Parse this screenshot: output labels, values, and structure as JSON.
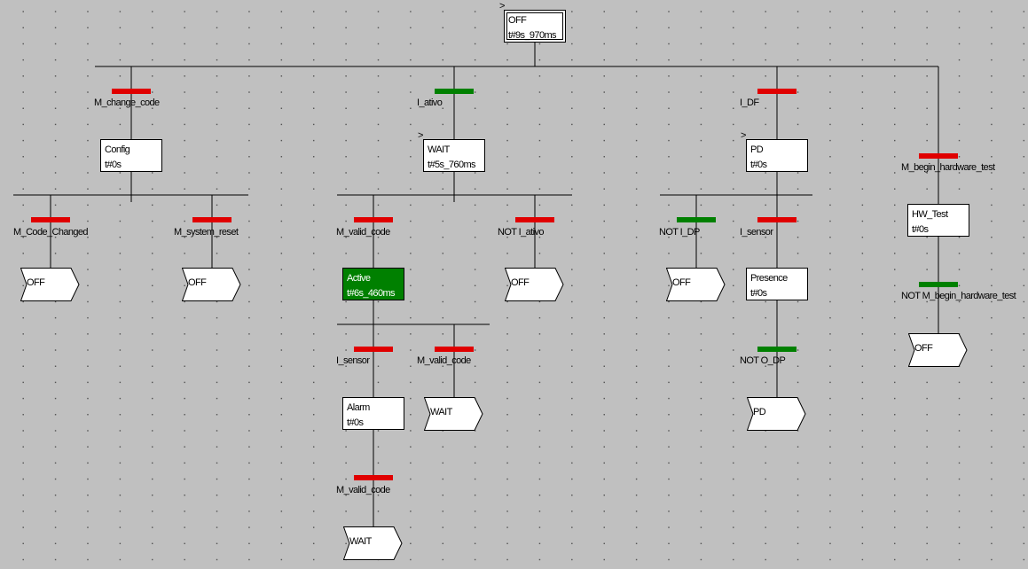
{
  "colors": {
    "background": "#c0c0c0",
    "grid_dot": "#4a4a4a",
    "wire": "#000000",
    "step_fill": "#ffffff",
    "active_step_fill": "#008000",
    "transition_true": "#008000",
    "transition_false": "#e00000"
  },
  "entry_marker": ">",
  "steps": {
    "off": {
      "name": "OFF",
      "time": "t#9s_970ms",
      "initial": true
    },
    "config": {
      "name": "Config",
      "time": "t#0s"
    },
    "wait": {
      "name": "WAIT",
      "time": "t#5s_760ms"
    },
    "pd": {
      "name": "PD",
      "time": "t#0s"
    },
    "hw_test": {
      "name": "HW_Test",
      "time": "t#0s"
    },
    "active": {
      "name": "Active",
      "time": "t#6s_460ms",
      "state": "active"
    },
    "presence": {
      "name": "Presence",
      "time": "t#0s"
    },
    "alarm": {
      "name": "Alarm",
      "time": "t#0s"
    }
  },
  "transitions": {
    "m_change_code": {
      "label": "M_change_code",
      "state": "false"
    },
    "i_ativo": {
      "label": "I_ativo",
      "state": "true"
    },
    "i_df": {
      "label": "I_DF",
      "state": "false"
    },
    "m_begin_hardware_test": {
      "label": "M_begin_hardware_test",
      "state": "false"
    },
    "m_code_changed": {
      "label": "M_Code_Changed",
      "state": "false"
    },
    "m_system_reset": {
      "label": "M_system_reset",
      "state": "false"
    },
    "m_valid_code_1": {
      "label": "M_valid_code",
      "state": "false"
    },
    "not_i_ativo": {
      "label": "NOT I_ativo",
      "state": "false"
    },
    "not_i_dp": {
      "label": "NOT I_DP",
      "state": "true"
    },
    "i_sensor_1": {
      "label": "I_sensor",
      "state": "false"
    },
    "not_m_begin_hardware_test": {
      "label": "NOT M_begin_hardware_test",
      "state": "true"
    },
    "i_sensor_2": {
      "label": "I_sensor",
      "state": "false"
    },
    "m_valid_code_2": {
      "label": "M_valid_code",
      "state": "false"
    },
    "not_o_dp": {
      "label": "NOT O_DP",
      "state": "true"
    },
    "m_valid_code_3": {
      "label": "M_valid_code",
      "state": "false"
    }
  },
  "jumps": {
    "j1": {
      "target": "OFF"
    },
    "j2": {
      "target": "OFF"
    },
    "j3": {
      "target": "OFF"
    },
    "j4": {
      "target": "OFF"
    },
    "j5": {
      "target": "OFF"
    },
    "j6": {
      "target": "WAIT"
    },
    "j7": {
      "target": "PD"
    },
    "j8": {
      "target": "WAIT"
    }
  }
}
